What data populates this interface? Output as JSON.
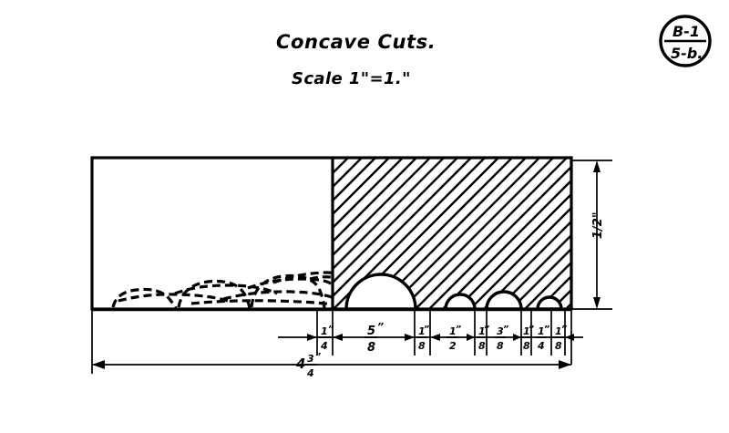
{
  "drawing": {
    "title": "Concave Cuts.",
    "scale_note": "Scale 1\"=1.\"",
    "stamp": {
      "top": "B-1",
      "bottom": "5-b."
    },
    "vertical_dimension": "1/2\"",
    "overall_dimension_whole": "4",
    "overall_dimension_numerator": "3",
    "overall_dimension_denominator": "4",
    "overall_dimension_mark": "”",
    "chain_dimensions": [
      {
        "numerator": "1",
        "denominator": "4",
        "mark": "”"
      },
      {
        "numerator": "5",
        "denominator": "8",
        "mark": "”"
      },
      {
        "numerator": "1",
        "denominator": "8",
        "mark": "”"
      },
      {
        "numerator": "1",
        "denominator": "2",
        "mark": "”"
      },
      {
        "numerator": "1",
        "denominator": "8",
        "mark": "”"
      },
      {
        "numerator": "3",
        "denominator": "8",
        "mark": "”"
      },
      {
        "numerator": "1",
        "denominator": "8",
        "mark": "”"
      },
      {
        "numerator": "1",
        "denominator": "4",
        "mark": "”"
      },
      {
        "numerator": "1",
        "denominator": "8",
        "mark": "”"
      }
    ],
    "colors": {
      "ink": "#000000",
      "paper": "#ffffff"
    },
    "cut_count": 4,
    "view_labels": {
      "plan_view": "plan-view-dashed-cuts",
      "section_view": "section-view-hatched"
    }
  }
}
